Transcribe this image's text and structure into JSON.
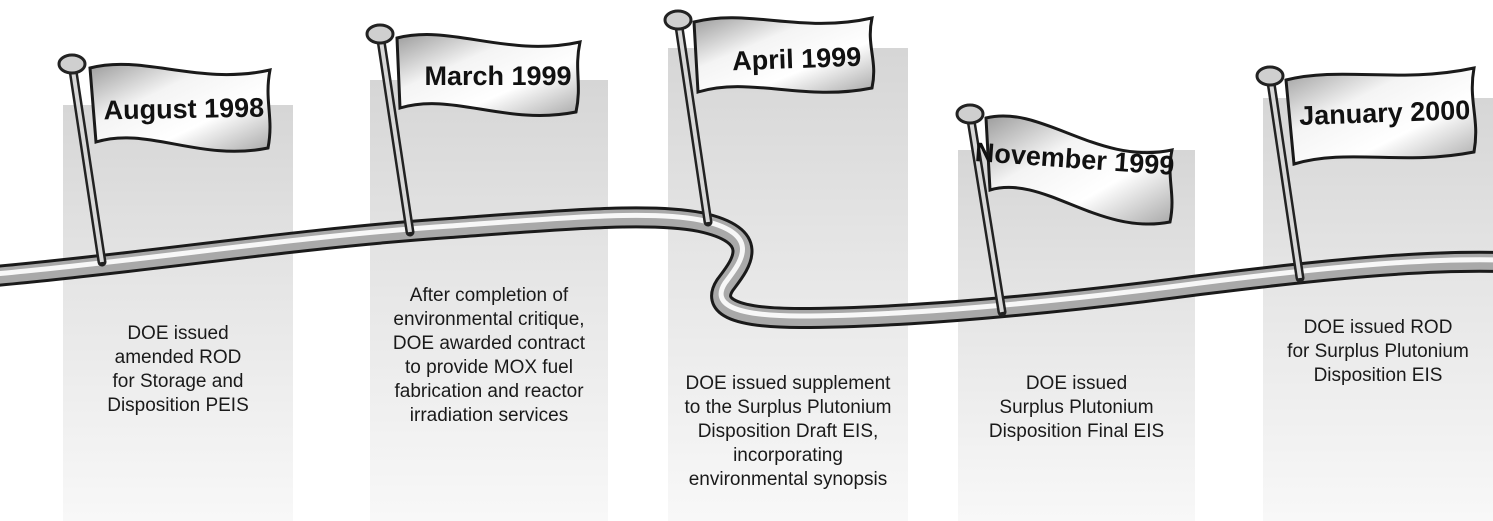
{
  "milestones": [
    {
      "date": "August  1998",
      "lines": [
        "DOE issued",
        "amended ROD",
        "for Storage and",
        "Disposition PEIS"
      ]
    },
    {
      "date": "March 1999",
      "lines": [
        "After completion of",
        "environmental critique,",
        "DOE awarded contract",
        "to provide MOX fuel",
        "fabrication and reactor",
        "irradiation services"
      ]
    },
    {
      "date": "April 1999",
      "lines": [
        "DOE issued supplement",
        "to the Surplus Plutonium",
        "Disposition Draft EIS,",
        "incorporating",
        "environmental synopsis"
      ]
    },
    {
      "date": "November 1999",
      "lines": [
        "DOE issued",
        "Surplus Plutonium",
        "Disposition Final EIS"
      ]
    },
    {
      "date": "January 2000",
      "lines": [
        "DOE issued ROD",
        "for Surplus Plutonium",
        "Disposition EIS"
      ]
    }
  ]
}
